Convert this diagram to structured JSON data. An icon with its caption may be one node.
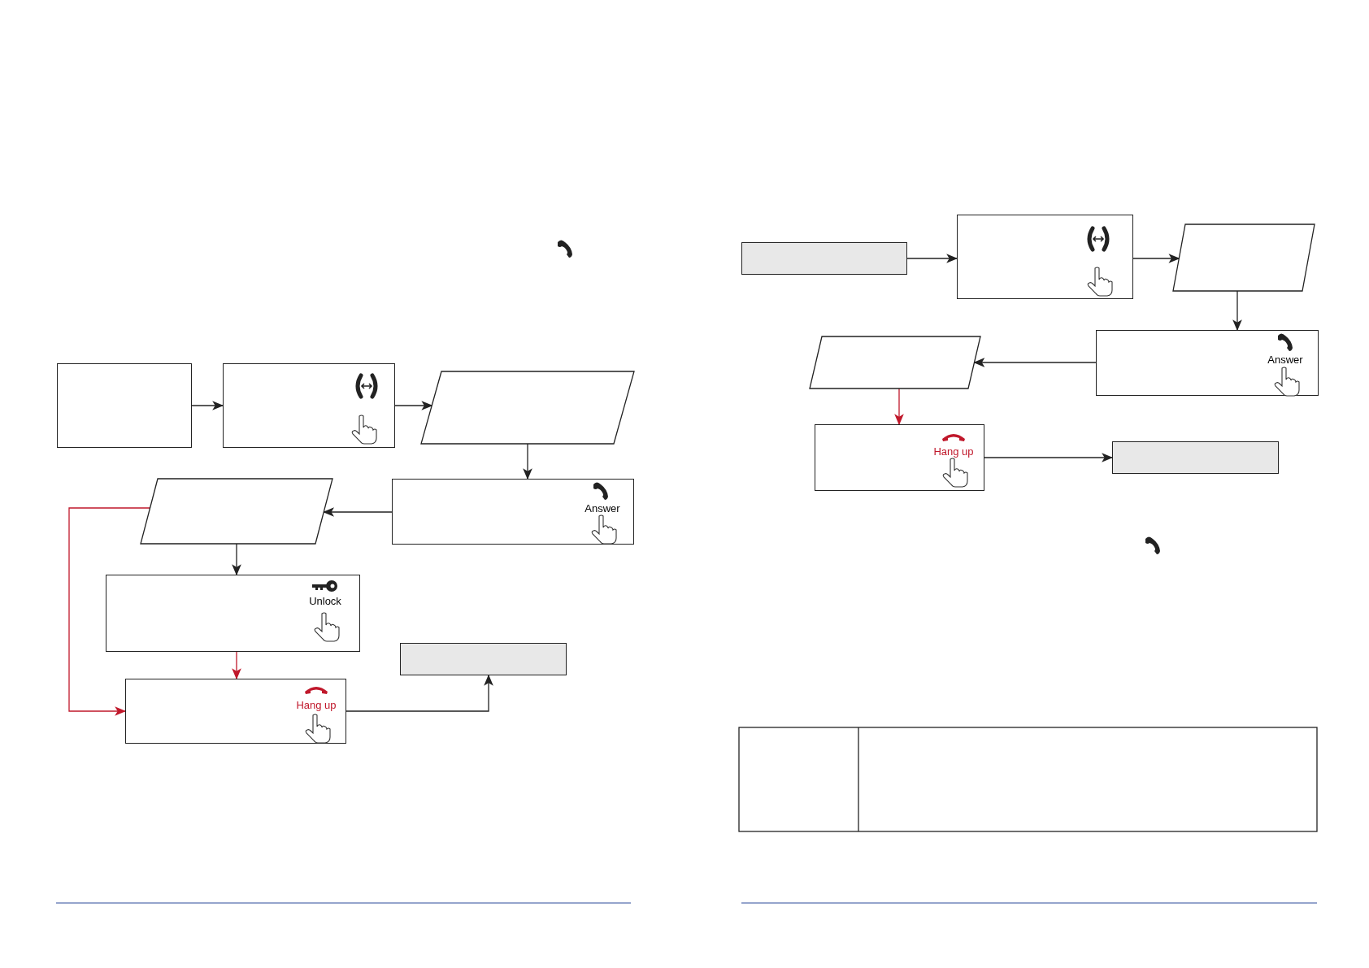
{
  "diagram": {
    "nodes": [
      {
        "text": [],
        "shape": "box"
      },
      {
        "text": [],
        "shape": "box"
      },
      {
        "text": [],
        "shape": "parallelogram"
      },
      {
        "text": [
          "Answer"
        ]
      },
      {
        "text": [],
        "shape": "parallelogram"
      },
      {
        "text": [
          "Unlock"
        ]
      },
      {
        "text": [],
        "shape": "box"
      },
      {
        "text": [
          "Hang up"
        ]
      },
      {
        "text": [],
        "shape": "box"
      },
      {
        "text": [],
        "shape": "box"
      },
      {
        "text": [],
        "shape": "parallelogram"
      },
      {
        "text": [
          "Answer"
        ]
      },
      {
        "text": [],
        "shape": "parallelogram"
      },
      {
        "text": [
          "Hang up"
        ]
      },
      {
        "text": [],
        "shape": "box"
      }
    ],
    "edges": [
      {
        "from": 0,
        "to": 1,
        "arrow": "to"
      },
      {
        "from": 1,
        "to": 2,
        "arrow": "to"
      },
      {
        "from": 2,
        "to": 3,
        "arrow": "to"
      },
      {
        "from": 3,
        "to": 4,
        "arrow": "to"
      },
      {
        "from": 4,
        "to": 5,
        "arrow": "to"
      },
      {
        "from": 5,
        "to": 7,
        "arrow": "to",
        "color": "#c0182b"
      },
      {
        "from": 4,
        "to": 7,
        "arrow": "to",
        "color": "#c0182b"
      },
      {
        "from": 7,
        "to": 6,
        "arrow": "to"
      },
      {
        "from": 8,
        "to": 9,
        "arrow": "to"
      },
      {
        "from": 9,
        "to": 10,
        "arrow": "to"
      },
      {
        "from": 10,
        "to": 11,
        "arrow": "to"
      },
      {
        "from": 11,
        "to": 12,
        "arrow": "to"
      },
      {
        "from": 12,
        "to": 13,
        "arrow": "to",
        "color": "#c0182b"
      },
      {
        "from": 13,
        "to": 14,
        "arrow": "to"
      }
    ]
  }
}
